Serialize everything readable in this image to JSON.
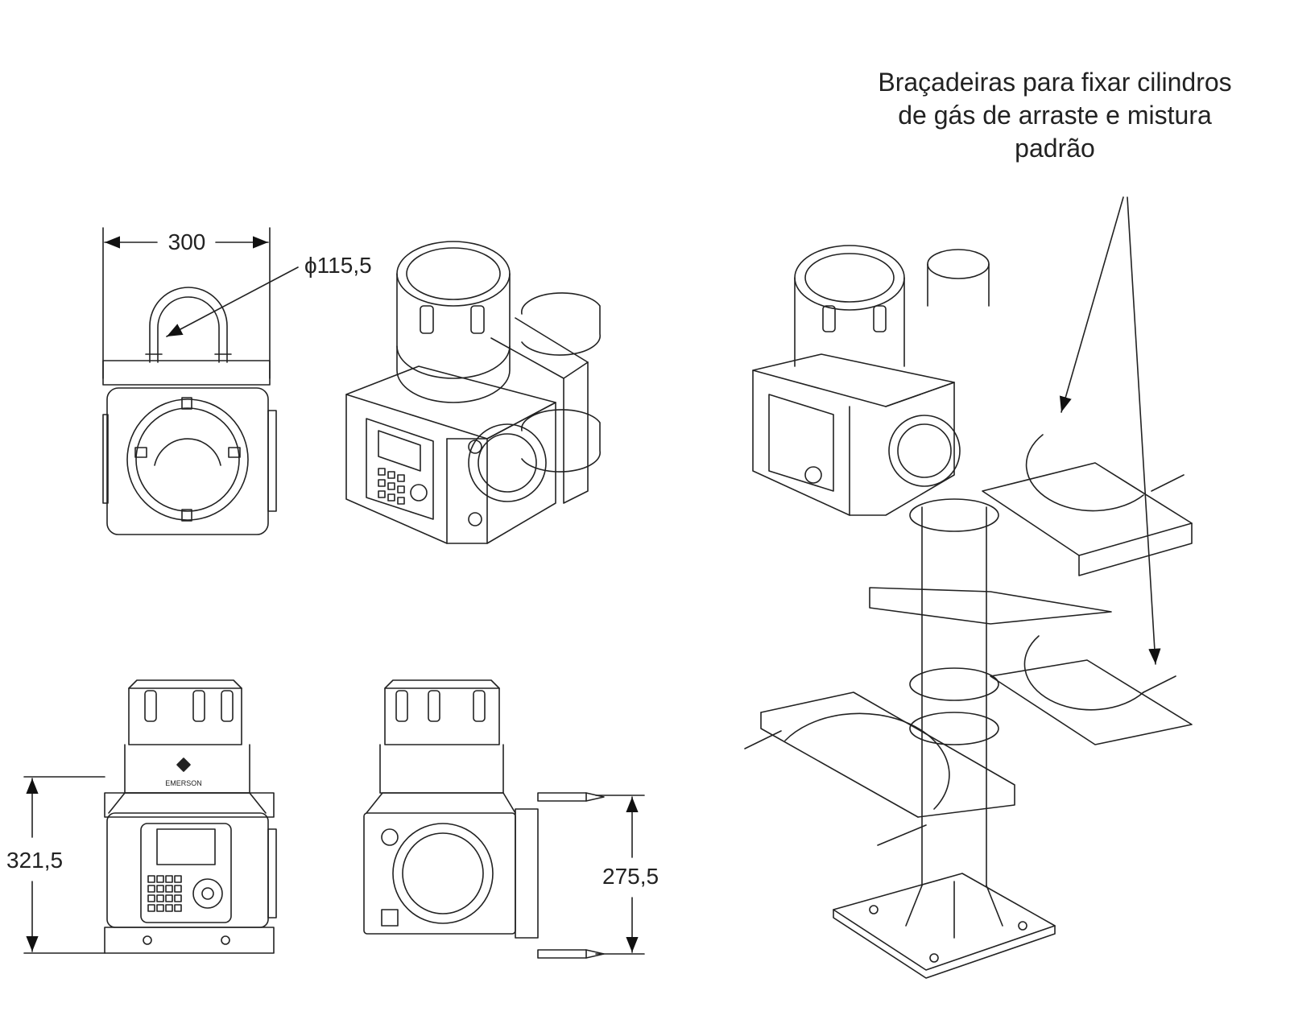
{
  "callout": {
    "lines": [
      "Braçadeiras para fixar cilindros",
      "de gás de arraste e mistura",
      "padrão"
    ]
  },
  "dimensions": {
    "width": "300",
    "diameter": "ϕ115,5",
    "height": "321,5",
    "bracket_span": "275,5"
  },
  "logo_text": "EMERSON"
}
